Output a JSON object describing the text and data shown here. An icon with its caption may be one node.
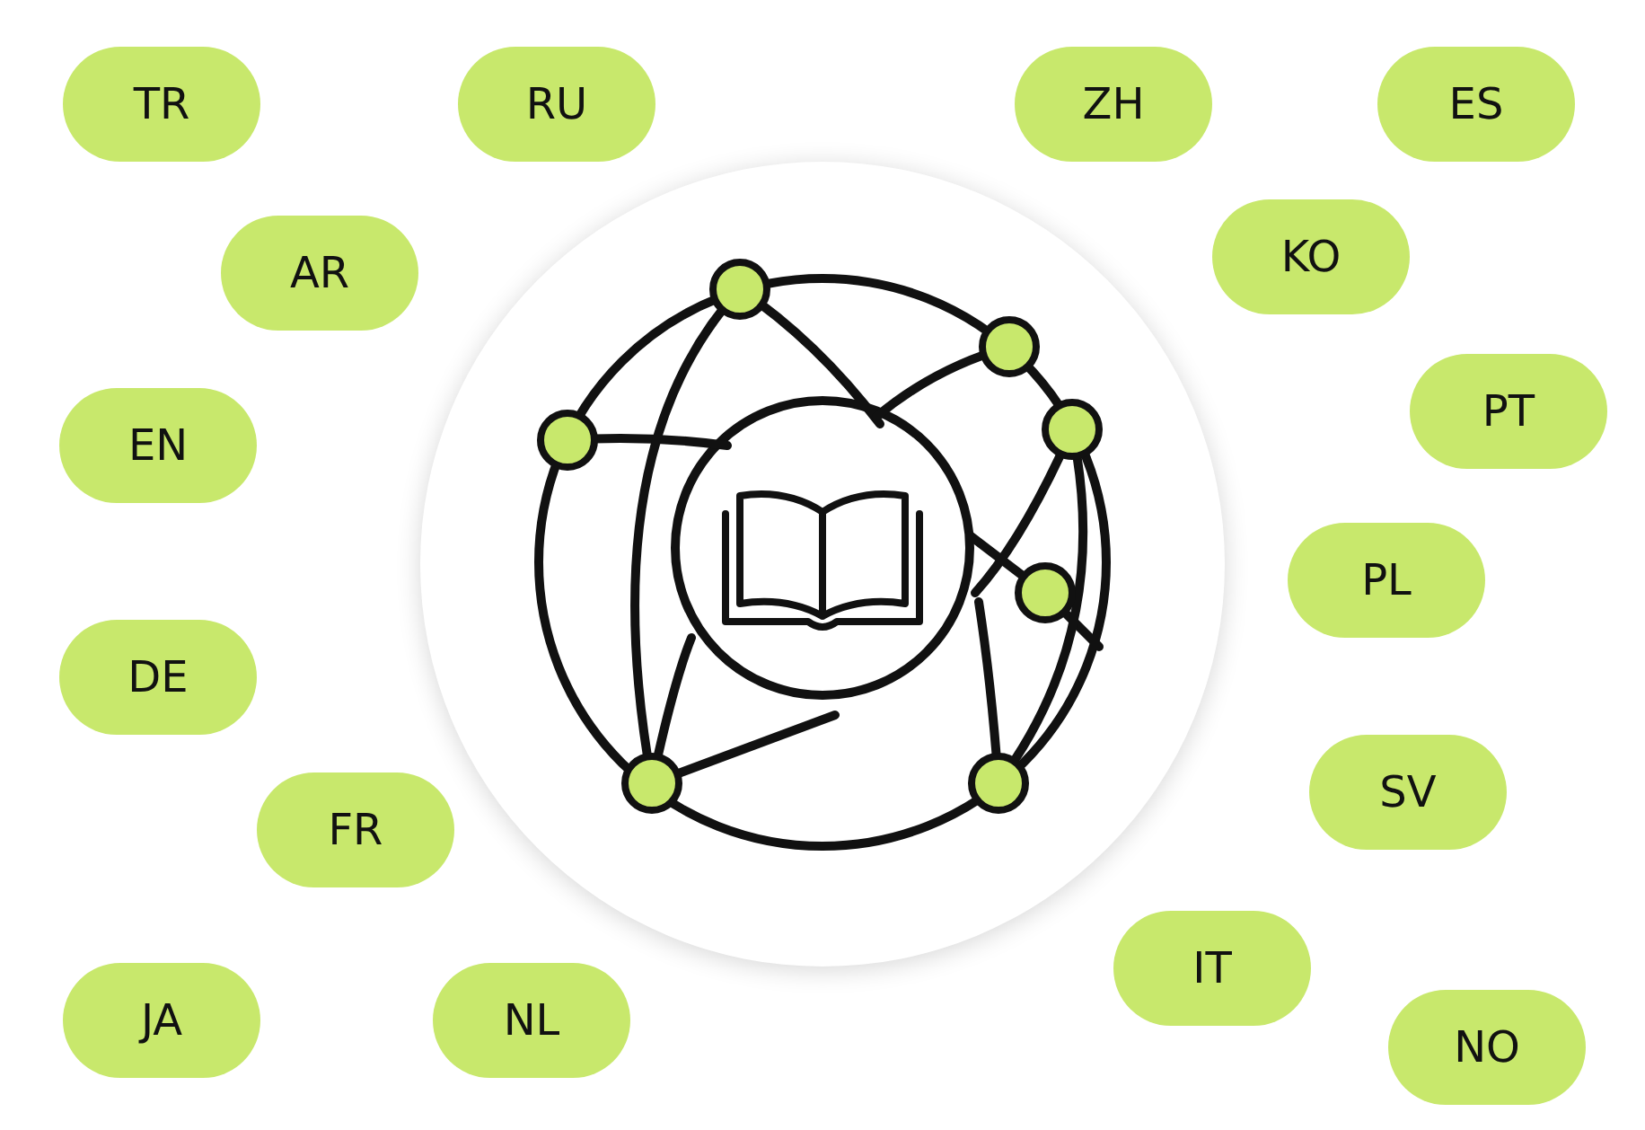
{
  "diagram": {
    "nodes": [
      {
        "text": [
          "TR"
        ]
      },
      {
        "text": [
          "RU"
        ]
      },
      {
        "text": [
          "ZH"
        ]
      },
      {
        "text": [
          "ES"
        ]
      },
      {
        "text": [
          "KO"
        ]
      },
      {
        "text": [
          "AR"
        ]
      },
      {
        "text": [
          "PT"
        ]
      },
      {
        "text": [
          "EN"
        ]
      },
      {
        "text": [
          "PL"
        ]
      },
      {
        "text": [
          "DE"
        ]
      },
      {
        "text": [
          "SV"
        ]
      },
      {
        "text": [
          "FR"
        ]
      },
      {
        "text": [
          "IT"
        ]
      },
      {
        "text": [
          "JA"
        ]
      },
      {
        "text": [
          "NL"
        ]
      },
      {
        "text": [
          "NO"
        ]
      }
    ]
  }
}
